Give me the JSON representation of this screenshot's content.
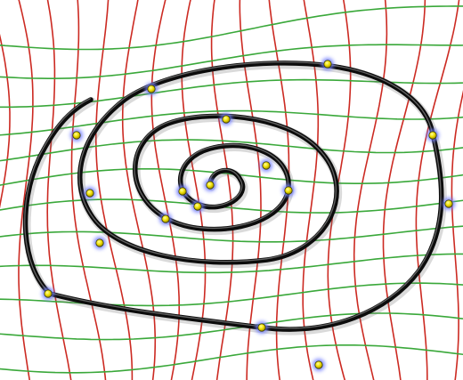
{
  "diagram": {
    "colors": {
      "background": "#ffffff",
      "grid_red": "#cc2a22",
      "grid_green": "#3aa83a",
      "spiral": "#0c0c0c",
      "spiral_highlight": "#7a7a7a",
      "node_fill": "#f2e000",
      "node_stroke": "#3a3a00",
      "node_glow": "#6f7cff"
    },
    "grid": {
      "red_line_count": 17,
      "green_line_count": 12,
      "style": "warped mesh"
    },
    "spiral": {
      "turns": 3.5,
      "node_count": 17
    }
  }
}
